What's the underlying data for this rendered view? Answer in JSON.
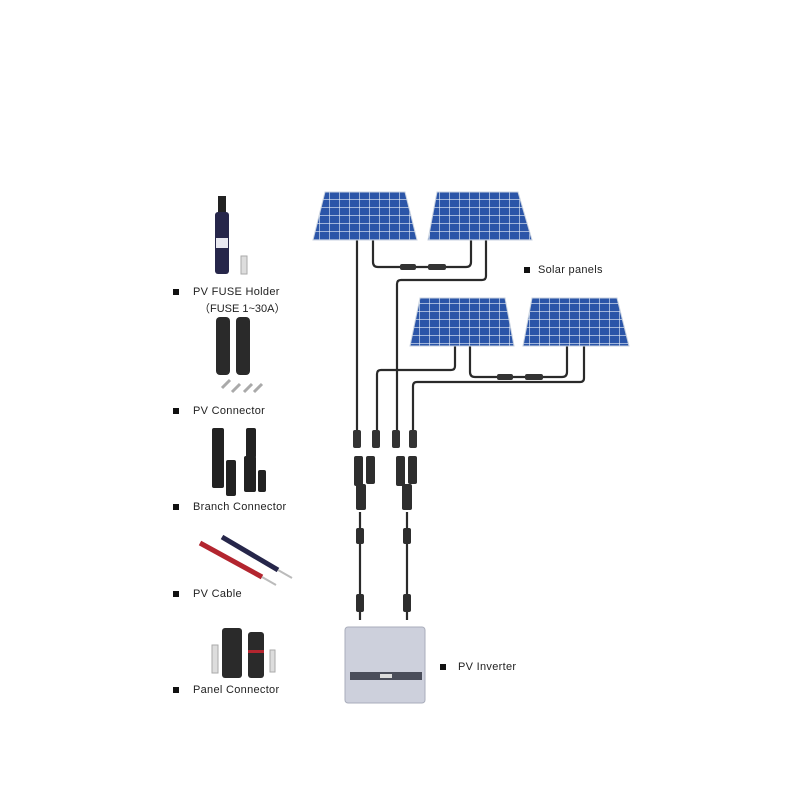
{
  "components": [
    {
      "label": "PV FUSE Holder",
      "sublabel": "（FUSE  1~30A）"
    },
    {
      "label": "PV  Connector"
    },
    {
      "label": "Branch  Connector"
    },
    {
      "label": "PV  Cable"
    },
    {
      "label": "Panel  Connector"
    }
  ],
  "system": {
    "solar_panels_label": "Solar panels",
    "inverter_label": "PV Inverter"
  },
  "colors": {
    "panel": "#2b55a8",
    "grid": "#dfe8f5",
    "cable": "#2a2a2a",
    "inverter": "#c9cbd8",
    "red_cable": "#b3252f"
  }
}
